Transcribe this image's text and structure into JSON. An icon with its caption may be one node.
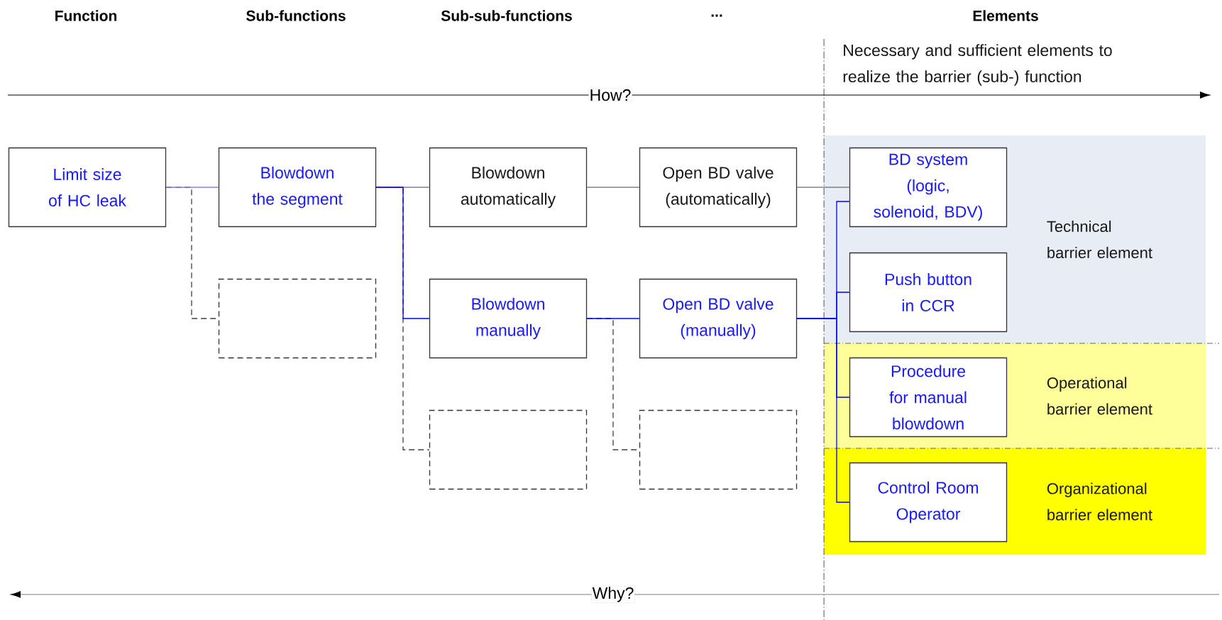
{
  "diagram": {
    "nodes": [
      {
        "text": [
          "Limit size of HC leak"
        ]
      },
      {
        "text": [
          "Blowdown the segment"
        ]
      },
      {
        "text": [],
        "shape": "box"
      },
      {
        "text": [
          "Blowdown automatically"
        ]
      },
      {
        "text": [
          "Open BD valve (automatically)"
        ]
      },
      {
        "text": [
          "Blowdown manually"
        ]
      },
      {
        "text": [
          "Open BD valve (manually)"
        ]
      },
      {
        "text": [],
        "shape": "box"
      },
      {
        "text": [],
        "shape": "box"
      },
      {
        "text": [
          "Technical barrier element"
        ]
      },
      {
        "text": [
          "BD system (logic, solenoid, BDV)"
        ],
        "in": 9
      },
      {
        "text": [
          "Push button in CCR"
        ],
        "in": 9
      },
      {
        "text": [
          "Operational barrier element"
        ]
      },
      {
        "text": [
          "Procedure for manual blowdown"
        ],
        "in": 12
      },
      {
        "text": [
          "Organizational barrier element"
        ]
      },
      {
        "text": [
          "Control Room Operator"
        ],
        "in": 14
      }
    ],
    "edges": [
      {
        "from": 0,
        "to": 1,
        "arrow": "none",
        "color": "#8080ff"
      },
      {
        "from": 0,
        "to": 2,
        "arrow": "none",
        "style": "dashed",
        "color": "#404040"
      },
      {
        "from": 1,
        "to": 3,
        "arrow": "none",
        "color": "#808080"
      },
      {
        "from": 1,
        "to": 5,
        "arrow": "none"
      },
      {
        "from": 1,
        "to": 7,
        "arrow": "none",
        "style": "dashed",
        "color": "#404040"
      },
      {
        "from": 3,
        "to": 4,
        "arrow": "none",
        "color": "#808080"
      },
      {
        "from": 4,
        "to": 10,
        "arrow": "none",
        "color": "#808080"
      },
      {
        "from": 5,
        "to": 6,
        "arrow": "none"
      },
      {
        "from": 5,
        "to": 8,
        "arrow": "none",
        "style": "dashed",
        "color": "#404040"
      },
      {
        "from": 6,
        "to": 10,
        "arrow": "none"
      },
      {
        "from": 6,
        "to": 11,
        "arrow": "none"
      },
      {
        "from": 6,
        "to": 13,
        "arrow": "none"
      },
      {
        "from": 6,
        "to": 15,
        "arrow": "none"
      }
    ],
    "labels": [
      "Function",
      "Sub-functions",
      "Sub-sub-functions",
      "...",
      "Elements",
      "Necessary and sufficient elements to realize the barrier (sub-) function",
      "How?",
      "Why?"
    ]
  }
}
